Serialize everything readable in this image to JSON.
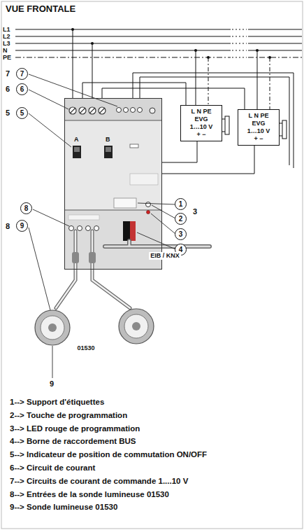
{
  "diagram": {
    "title": "VUE FRONTALE",
    "nodes": [
      {
        "text": [
          "L N PE",
          "EVG",
          "1…10 V",
          "+ −"
        ]
      },
      {
        "text": [
          "L N PE",
          "EVG",
          "1…10 V",
          "+ −"
        ]
      },
      {
        "text": [
          "A",
          "B"
        ]
      }
    ],
    "edges": [
      {
        "from": 2,
        "to": 0,
        "arrow": "none"
      },
      {
        "from": 2,
        "to": 1,
        "arrow": "none"
      }
    ],
    "labels": [
      "L1",
      "L2",
      "L3",
      "N",
      "PE",
      "7",
      "7",
      "6",
      "6",
      "5",
      "5",
      "8",
      "8",
      "9",
      "1",
      "3",
      "2",
      "3",
      "4",
      "9",
      "01530",
      "EIB / KNX",
      "1--> Support d'étiquettes",
      "2--> Touche de programmation",
      "3--> LED rouge de programmation",
      "4--> Borne de raccordement BUS",
      "5--> Indicateur de position de commutation ON/OFF",
      "6--> Circuit de courant",
      "7--> Circuits de courant de commande 1....10 V",
      "8--> Entrées de la sonde lumineuse 01530",
      "9--> Sonde lumineuse 01530"
    ]
  }
}
